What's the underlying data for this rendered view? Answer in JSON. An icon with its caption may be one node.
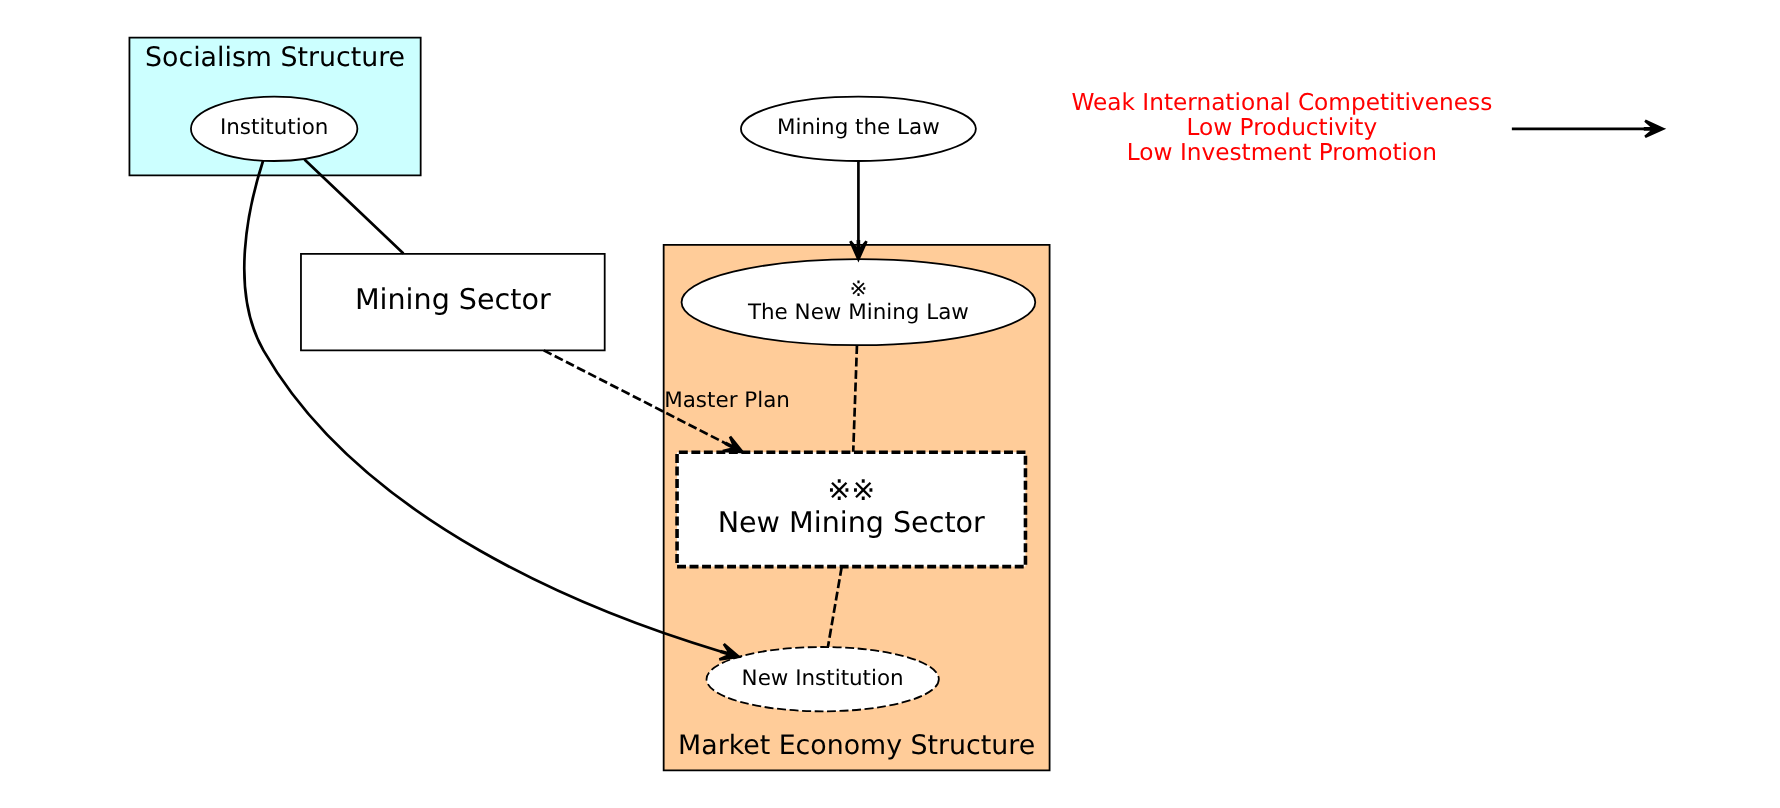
{
  "diagram": {
    "nodes": [
      {
        "text": [
          "Socialism Structure"
        ]
      },
      {
        "text": [
          "Mining the Law"
        ]
      },
      {
        "text": [
          "Institution"
        ],
        "in": 0
      },
      {
        "text": [
          "Mining Sector"
        ]
      },
      {
        "text": [
          "Market Economy Structure"
        ]
      },
      {
        "text": [
          "※",
          "The New Mining Law"
        ],
        "in": 4
      },
      {
        "text": [
          "※※",
          "New Mining Sector"
        ],
        "in": 4
      },
      {
        "text": [
          "New Institution"
        ],
        "in": 4
      },
      {
        "text": [
          "Weak International Competitiveness",
          "Low Productivity",
          "Low Investment Promotion"
        ]
      }
    ],
    "edges": [
      {
        "from": 3,
        "to": 2,
        "arrow": "none"
      },
      {
        "from": 1,
        "to": 5,
        "arrow": "to"
      },
      {
        "from": 3,
        "to": 6,
        "arrow": "to",
        "label": "Master Plan",
        "style": "dashed"
      },
      {
        "from": 2,
        "to": 7,
        "arrow": "to"
      },
      {
        "from": 5,
        "to": 6,
        "arrow": "none",
        "style": "dashed"
      },
      {
        "from": 6,
        "to": 7,
        "arrow": "none",
        "style": "dashed"
      },
      {
        "from": 8,
        "to": null,
        "arrow": "to"
      }
    ]
  }
}
